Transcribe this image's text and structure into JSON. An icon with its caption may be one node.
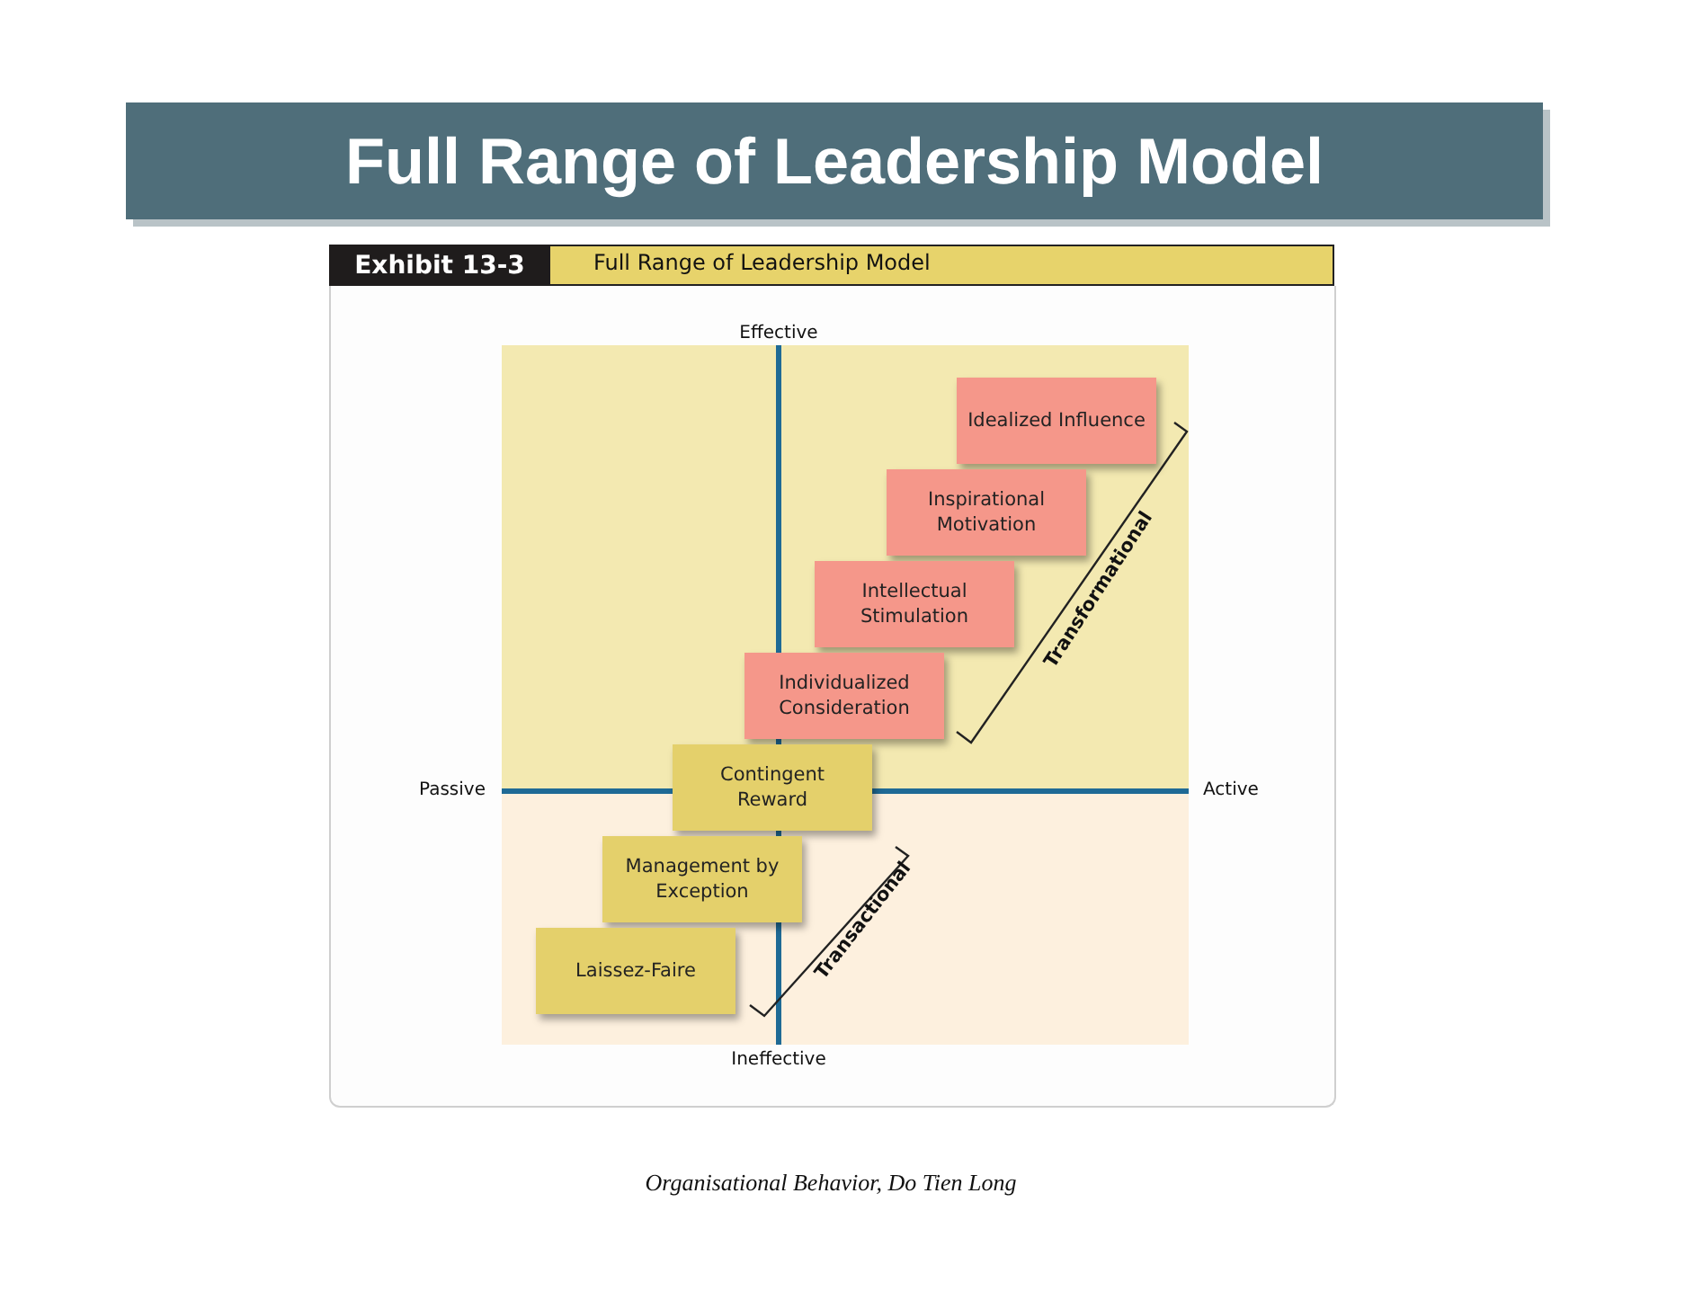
{
  "diagram": {
    "title": "Full Range of Leadership Model",
    "caption": "Organisational Behavior, Do Tien Long",
    "nodes": [
      {
        "text": [
          "Idealized Influence"
        ]
      },
      {
        "text": [
          "Inspirational Motivation"
        ]
      },
      {
        "text": [
          "Intellectual Stimulation"
        ]
      },
      {
        "text": [
          "Individualized Consideration"
        ]
      },
      {
        "text": [
          "Contingent Reward"
        ]
      },
      {
        "text": [
          "Management by Exception"
        ]
      },
      {
        "text": [
          "Laissez-Faire"
        ]
      }
    ],
    "edges": [],
    "labels": [
      "Exhibit 13-3",
      "Full Range of Leadership Model",
      "Effective",
      "Passive",
      "Active",
      "Transformational",
      "Transactional",
      "Ineffective"
    ]
  }
}
